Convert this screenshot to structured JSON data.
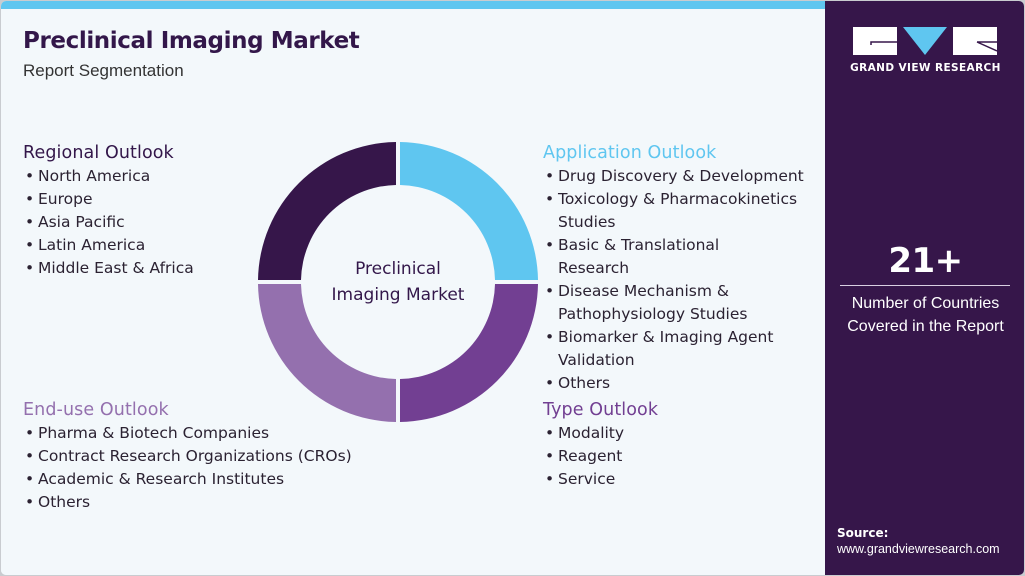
{
  "header": {
    "title": "Preclinical Imaging Market",
    "subtitle": "Report Segmentation"
  },
  "colors": {
    "brand_dark_purple": "#36164a",
    "title_purple": "#33174a",
    "light_blue": "#5fc6f0",
    "medium_purple": "#723f92",
    "light_purple": "#9470ae",
    "background": "#f3f8fb"
  },
  "donut": {
    "center_line1": "Preclinical",
    "center_line2": "Imaging Market",
    "segments": [
      {
        "name": "Regional Outlook",
        "position": "top-left",
        "color": "#36164a"
      },
      {
        "name": "Application Outlook",
        "position": "top-right",
        "color": "#5fc6f0"
      },
      {
        "name": "Type Outlook",
        "position": "bottom-right",
        "color": "#723f92"
      },
      {
        "name": "End-use Outlook",
        "position": "bottom-left",
        "color": "#9470ae"
      }
    ]
  },
  "sections": {
    "regional": {
      "heading": "Regional Outlook",
      "items": [
        "North America",
        "Europe",
        "Asia Pacific",
        "Latin America",
        "Middle East & Africa"
      ]
    },
    "application": {
      "heading": "Application Outlook",
      "items": [
        "Drug Discovery & Development",
        "Toxicology & Pharmacokinetics Studies",
        "Basic & Translational Research",
        "Disease Mechanism & Pathophysiology Studies",
        "Biomarker & Imaging Agent Validation",
        "Others"
      ]
    },
    "enduse": {
      "heading": "End-use Outlook",
      "items": [
        "Pharma & Biotech Companies",
        "Contract Research Organizations (CROs)",
        "Academic & Research Institutes",
        "Others"
      ]
    },
    "type": {
      "heading": "Type Outlook",
      "items": [
        "Modality",
        "Reagent",
        "Service"
      ]
    }
  },
  "sidebar": {
    "logo_text": "GRAND VIEW RESEARCH",
    "stat_value": "21+",
    "stat_label_line1": "Number of Countries",
    "stat_label_line2": "Covered in the Report",
    "source_label": "Source:",
    "source_url": "www.grandviewresearch.com"
  }
}
